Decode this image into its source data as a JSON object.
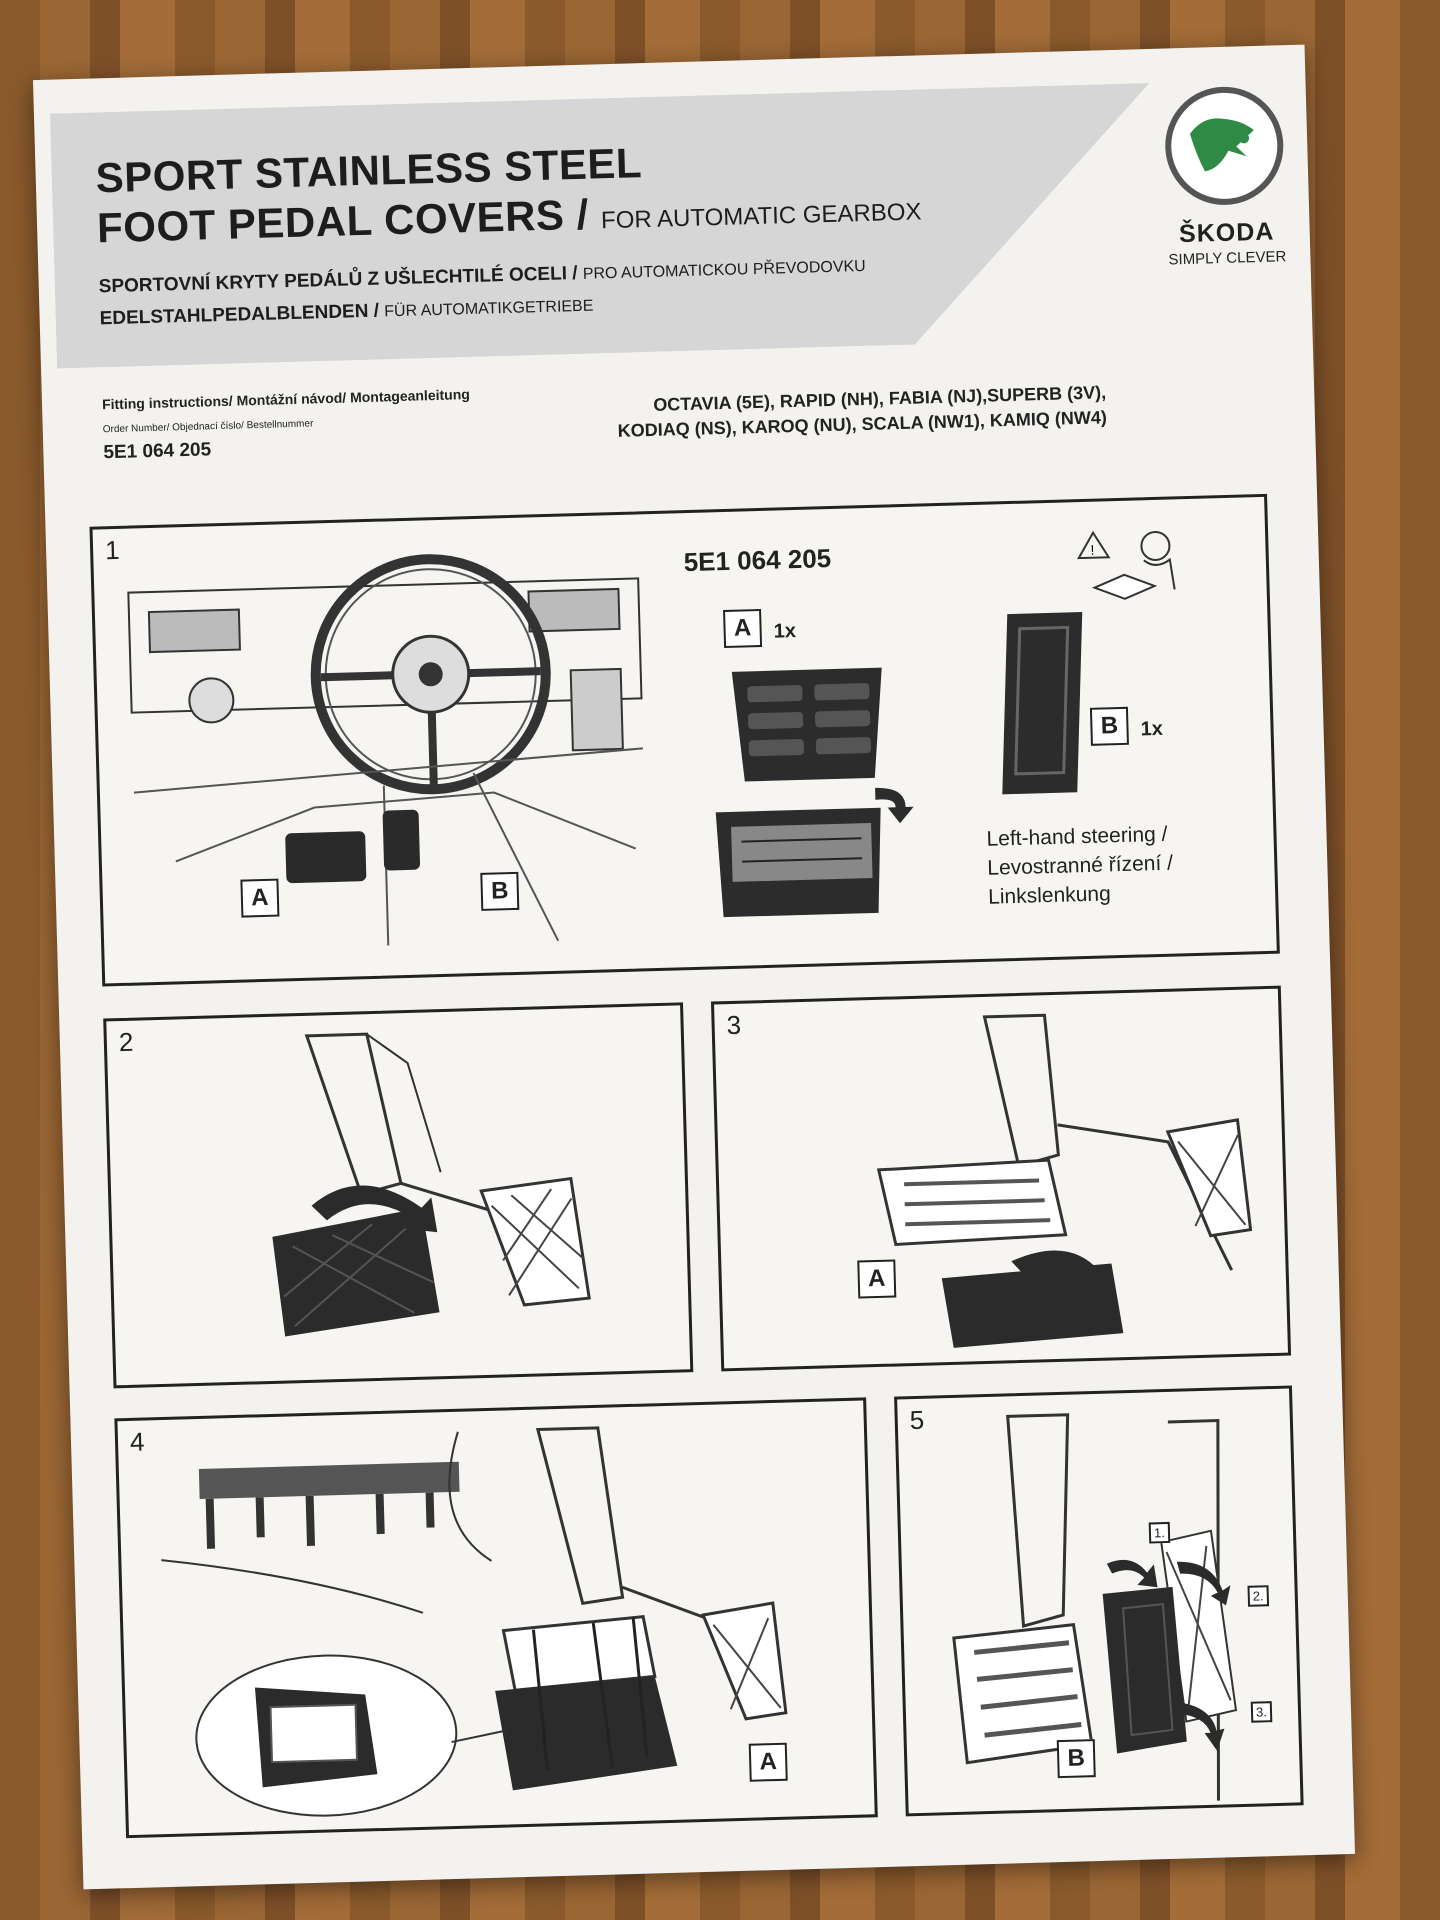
{
  "header": {
    "title_line1": "SPORT STAINLESS STEEL",
    "title_line2": "FOOT PEDAL COVERS /",
    "title_sub": "FOR AUTOMATIC GEARBOX",
    "cz_title": "SPORTOVNÍ KRYTY PEDÁLŮ Z UŠLECHTILÉ OCELI /",
    "cz_sub": "PRO AUTOMATICKOU PŘEVODOVKU",
    "de_title": "EDELSTAHLPEDALBLENDEN /",
    "de_sub": "FÜR AUTOMATIKGETRIEBE"
  },
  "logo": {
    "brand": "ŠKODA",
    "slogan": "SIMPLY CLEVER",
    "icon": "skoda-arrow-logo"
  },
  "info": {
    "fitting": "Fitting instructions/ Montážní návod/ Montageanleitung",
    "order_label": "Order Number/ Objednací číslo/ Bestellnummer",
    "order_number": "5E1 064 205",
    "models_line1": "OCTAVIA (5E), RAPID (NH), FABIA (NJ),SUPERB (3V),",
    "models_line2": "KODIAQ (NS), KAROQ (NU), SCALA (NW1), KAMIQ (NW4)"
  },
  "steps": {
    "s1": {
      "number": "1",
      "part_number": "5E1 064 205",
      "label_a": "A",
      "label_b": "B",
      "qty_a": "1x",
      "qty_b": "1x",
      "steering": [
        "Left-hand steering /",
        "Levostranné řízení /",
        "Linkslenkung"
      ]
    },
    "s2": {
      "number": "2"
    },
    "s3": {
      "number": "3",
      "label_a": "A"
    },
    "s4": {
      "number": "4",
      "label_a": "A"
    },
    "s5": {
      "number": "5",
      "label_b": "B",
      "sub_steps": [
        "1.",
        "2.",
        "3."
      ]
    }
  },
  "colors": {
    "skoda_green": "#2f8a45",
    "ink": "#222222",
    "band": "#d6d6d6"
  }
}
